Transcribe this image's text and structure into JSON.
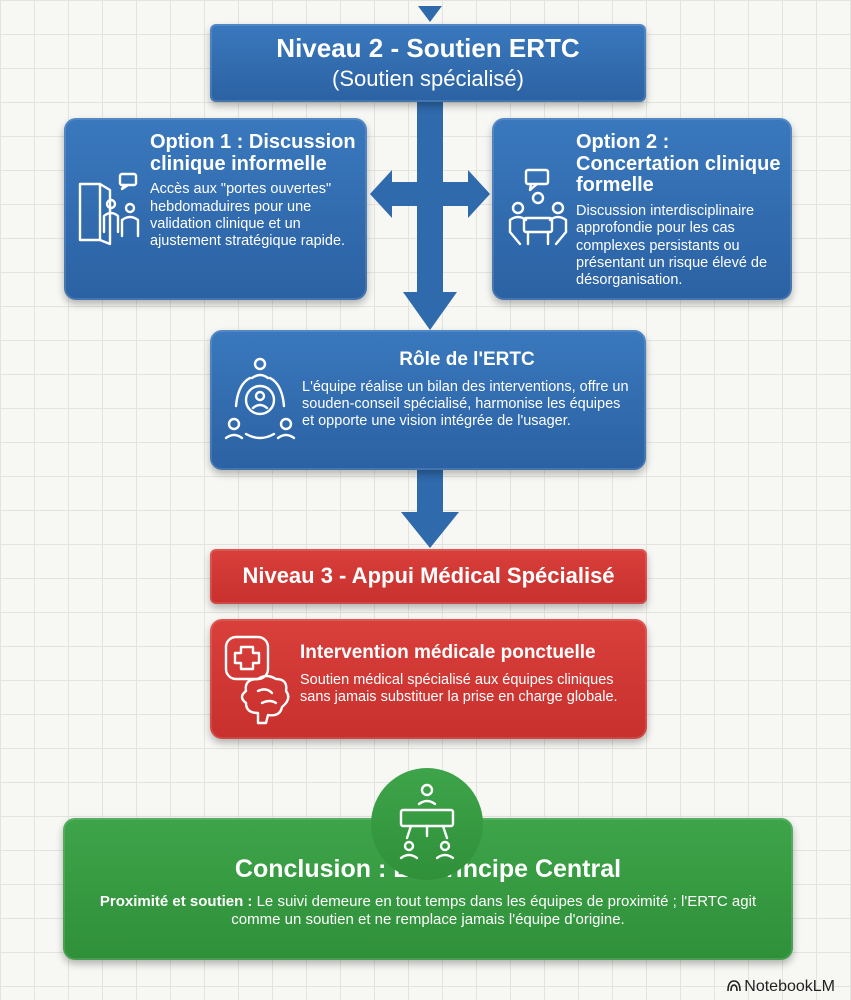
{
  "level2": {
    "title": "Niveau 2 - Soutien ERTC",
    "subtitle": "(Soutien spécialisé)"
  },
  "option1": {
    "title": "Option 1 : Discussion clinique informelle",
    "text": "Accès aux \"portes ouvertes\" hebdomaduires pour une validation clinique et un ajustement stratégique rapide."
  },
  "option2": {
    "title": "Option 2 : Concertation clinique formelle",
    "text": "Discussion interdisciplinaire approfondie pour les cas complexes persistants ou présentant un risque élevé de désorganisation."
  },
  "role": {
    "title": "Rôle de l'ERTC",
    "text": "L'équipe réalise un bilan des interventions, offre un souden-conseil spécialisé, harmonise les équipes et opporte une vision intégrée de l'usager."
  },
  "level3": {
    "title": "Niveau 3 - Appui Médical Spécialisé"
  },
  "medical": {
    "title": "Intervention médicale ponctuelle",
    "text": "Soutien médical spécialisé aux équipes cliniques sans jamais substituer la prise en charge globale."
  },
  "conclusion": {
    "title": "Conclusion : Le Principe Central",
    "lead": "Proximité et soutien :",
    "text": "Le suivi demeure en tout temps dans les équipes de proximité ; l'ERTC agit comme un soutien et ne remplace jamais l'équipe d'origine."
  },
  "footer": {
    "brand": "NotebookLM"
  },
  "colors": {
    "blue": "#2f6aad",
    "red": "#d2382f",
    "green": "#36994a"
  },
  "icons": [
    "door-people-icon",
    "team-meeting-icon",
    "team-cycle-icon",
    "medical-brain-icon",
    "presenter-icon",
    "notebooklm-logo-icon"
  ]
}
